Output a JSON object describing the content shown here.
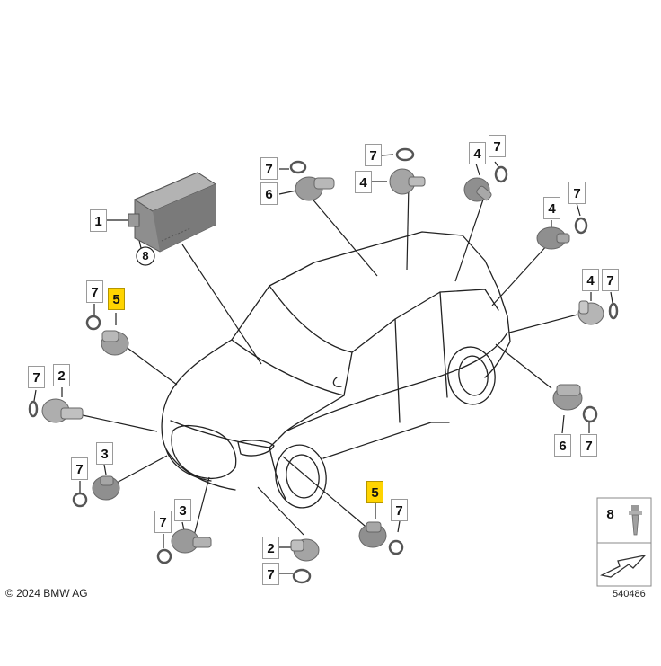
{
  "diagram": {
    "copyright": "© 2024 BMW AG",
    "ref_number": "540486",
    "callouts": {
      "c1": "1",
      "c8_ring": "8",
      "c6_top": "6",
      "c7_top_a": "7",
      "c4_top": "4",
      "c7_top_b": "7",
      "c4_tr": "4",
      "c7_tr": "7",
      "c4_r1": "4",
      "c7_r1": "7",
      "c4_r2": "4",
      "c7_r2": "7",
      "c6_r": "6",
      "c7_r": "7",
      "c5_left": "5",
      "c7_left": "7",
      "c7_fl": "7",
      "c2_fl": "2",
      "c7_l3": "7",
      "c3_l3": "3",
      "c7_b3": "7",
      "c3_b3": "3",
      "c2_bc": "2",
      "c7_bc": "7",
      "c5_bottom": "5",
      "c7_bottom": "7",
      "c8_legend": "8"
    }
  }
}
